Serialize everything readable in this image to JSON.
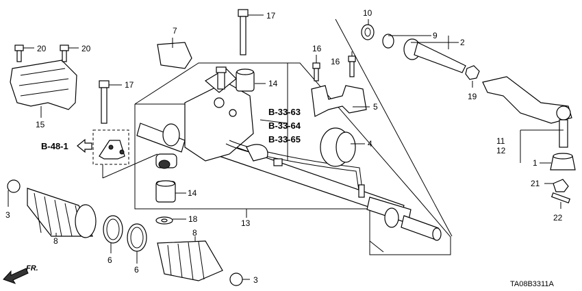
{
  "diagram": {
    "code": "TA08B3311A",
    "direction_label": "FR.",
    "refs": [
      "B-33-63",
      "B-33-64",
      "B-33-65"
    ],
    "ref_left": "B-48-1",
    "callouts": {
      "c1": "1",
      "c2": "2",
      "c3a": "3",
      "c3b": "3",
      "c4": "4",
      "c5": "5",
      "c6a": "6",
      "c6b": "6",
      "c7": "7",
      "c8a": "8",
      "c8b": "8",
      "c9": "9",
      "c10": "10",
      "c11": "11",
      "c12": "12",
      "c13": "13",
      "c14a": "14",
      "c14b": "14",
      "c15": "15",
      "c16a": "16",
      "c16b": "16",
      "c17a": "17",
      "c17b": "17",
      "c18": "18",
      "c19": "19",
      "c20a": "20",
      "c20b": "20",
      "c21": "21",
      "c22": "22"
    }
  }
}
